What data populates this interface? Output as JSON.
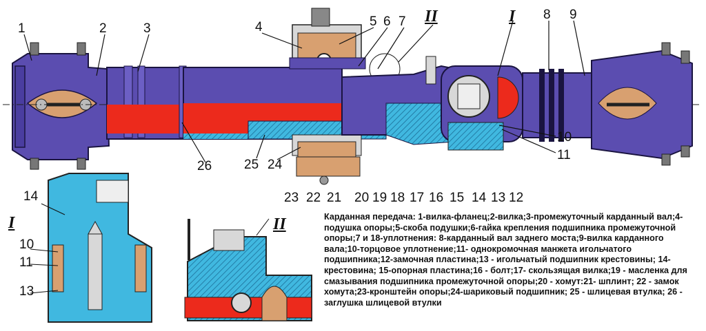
{
  "callouts": [
    "1",
    "2",
    "3",
    "4",
    "5",
    "6",
    "7",
    "8",
    "9",
    "10",
    "11",
    "12",
    "13",
    "14",
    "15",
    "16",
    "17",
    "18",
    "19",
    "20",
    "21",
    "22",
    "23",
    "24",
    "25",
    "26"
  ],
  "detail_callouts": {
    "d14": "14",
    "d10": "10",
    "d11": "11",
    "d13": "13"
  },
  "roman": {
    "I": "I",
    "II": "II"
  },
  "caption": "Карданная передача: 1-вилка-фланец;2-вилка;3-промежуточный карданный вал;4-подушка опоры;5-скоба подушки;6-гайка крепления подшипника промежуточной опоры;7 и 18-уплотнения: 8-карданный вал заднего моста;9-вилка карданного вала;10-торцовое уплотнение;11- однокромочная манжета игольчатого подшипника;12-замочная пластина;13 - игольчатый подшипник крестовины; 14-крестовина; 15-опорная пластина;16 - болт;17- скользящая вилка;19 - масленка для смазывания подшипника промежуточной опоры;20 - хомут:21- шплинт; 22 - замок хомута;23-кронштейн опоры;24-шариковый подшипник; 25 - шлицевая втулка; 26 - заглушка шлицевой втулки",
  "colors": {
    "purple": "#5b4db0",
    "red": "#ec2a1c",
    "cyan": "#40b8e0",
    "tan": "#d8a070",
    "grey": "#d8d8d8"
  }
}
